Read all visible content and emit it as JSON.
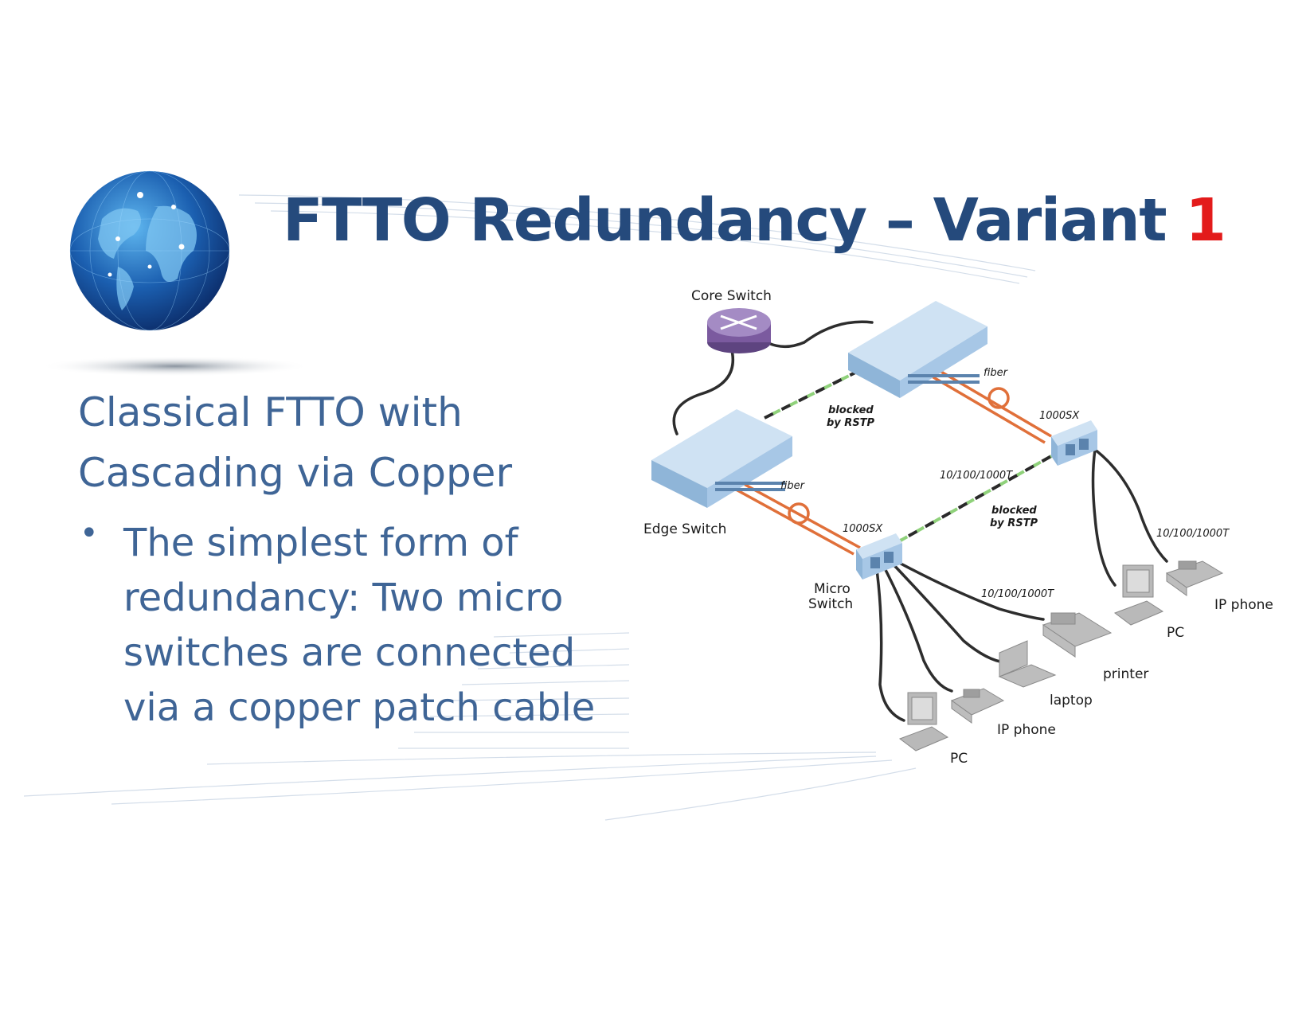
{
  "title": {
    "text": "FTTO Redundancy – Variant ",
    "number": "1"
  },
  "subtitle": "Classical FTTO with Cascading via Copper",
  "bullets": [
    {
      "text": "The simplest form of redundancy: Two micro switches are connected via a copper patch cable"
    }
  ],
  "colors": {
    "title": "#254a7c",
    "accent": "#e31b1b",
    "body": "#3f6596",
    "fiber": "#e0703a",
    "switch": "#b7d2ea",
    "core": "#8a6aa8"
  },
  "diagram": {
    "core_switch": "Core Switch",
    "edge_switch": "Edge Switch",
    "micro_switch_line1": "Micro",
    "micro_switch_line2": "Switch",
    "fiber_top": "fiber",
    "fiber_left": "fiber",
    "sx_top": "1000SX",
    "sx_left": "1000SX",
    "blocked_top_1": "blocked",
    "blocked_top_2": "by RSTP",
    "blocked_mid_1": "blocked",
    "blocked_mid_2": "by RSTP",
    "copper_link": "10/100/1000T",
    "right_cable": "10/100/1000T",
    "bottom_cable": "10/100/1000T",
    "ip_phone_right": "IP phone",
    "pc_right": "PC",
    "printer": "printer",
    "laptop": "laptop",
    "ip_phone_bottom": "IP phone",
    "pc_bottom": "PC"
  }
}
